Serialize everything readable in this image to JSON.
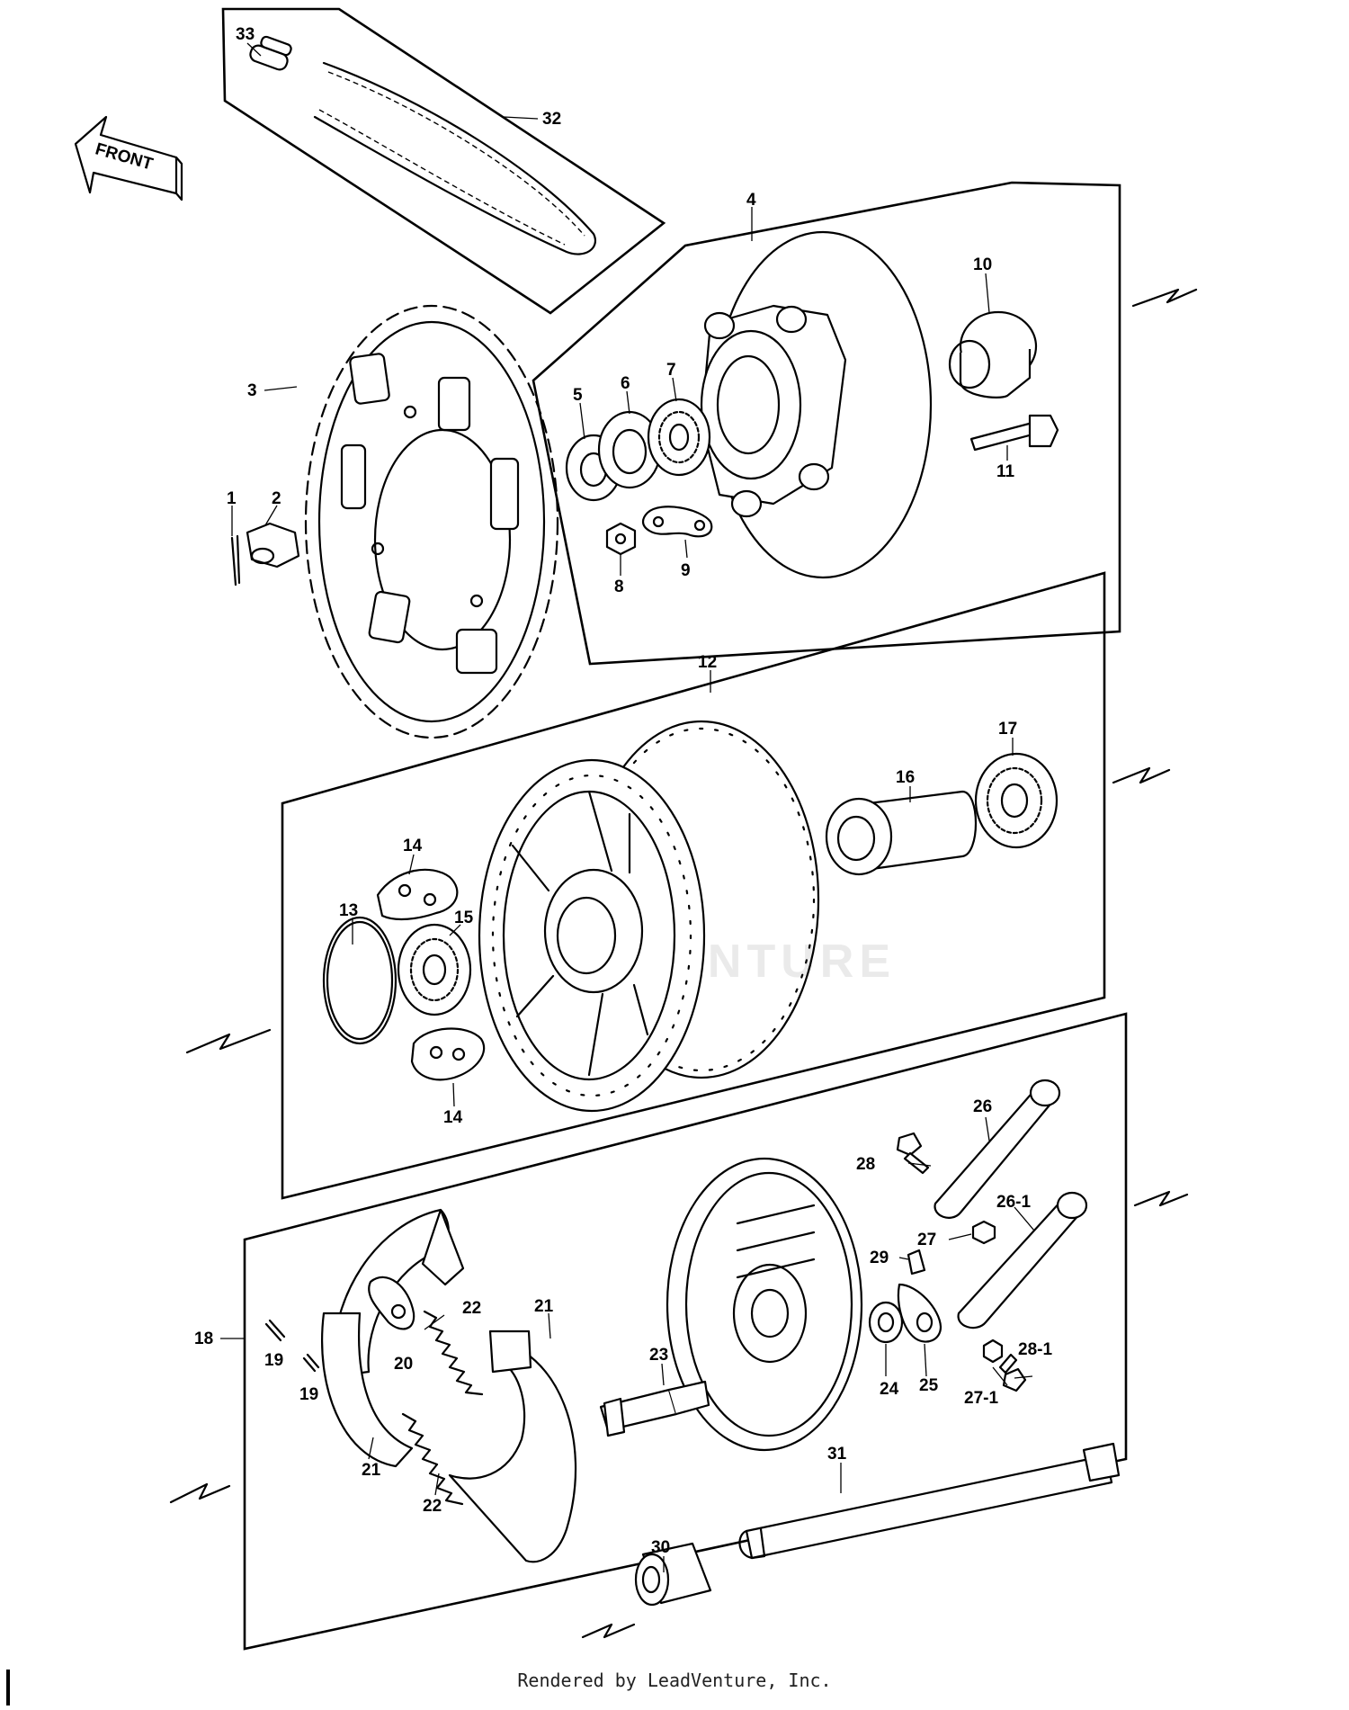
{
  "diagram": {
    "front_arrow_text": "FRONT",
    "watermark": "LEADVENTURE",
    "footer": "Rendered by LeadVenture, Inc.",
    "part_labels": [
      {
        "id": "p1",
        "text": "1"
      },
      {
        "id": "p2",
        "text": "2"
      },
      {
        "id": "p3",
        "text": "3"
      },
      {
        "id": "p4",
        "text": "4"
      },
      {
        "id": "p5",
        "text": "5"
      },
      {
        "id": "p6",
        "text": "6"
      },
      {
        "id": "p7",
        "text": "7"
      },
      {
        "id": "p8",
        "text": "8"
      },
      {
        "id": "p9",
        "text": "9"
      },
      {
        "id": "p10",
        "text": "10"
      },
      {
        "id": "p11",
        "text": "11"
      },
      {
        "id": "p12",
        "text": "12"
      },
      {
        "id": "p13",
        "text": "13"
      },
      {
        "id": "p14a",
        "text": "14"
      },
      {
        "id": "p14b",
        "text": "14"
      },
      {
        "id": "p15",
        "text": "15"
      },
      {
        "id": "p16",
        "text": "16"
      },
      {
        "id": "p17",
        "text": "17"
      },
      {
        "id": "p18",
        "text": "18"
      },
      {
        "id": "p19a",
        "text": "19"
      },
      {
        "id": "p19b",
        "text": "19"
      },
      {
        "id": "p20",
        "text": "20"
      },
      {
        "id": "p21a",
        "text": "21"
      },
      {
        "id": "p21b",
        "text": "21"
      },
      {
        "id": "p22a",
        "text": "22"
      },
      {
        "id": "p22b",
        "text": "22"
      },
      {
        "id": "p23",
        "text": "23"
      },
      {
        "id": "p24",
        "text": "24"
      },
      {
        "id": "p25",
        "text": "25"
      },
      {
        "id": "p26",
        "text": "26"
      },
      {
        "id": "p26_1",
        "text": "26-1"
      },
      {
        "id": "p27",
        "text": "27"
      },
      {
        "id": "p27_1",
        "text": "27-1"
      },
      {
        "id": "p28",
        "text": "28"
      },
      {
        "id": "p28_1",
        "text": "28-1"
      },
      {
        "id": "p29",
        "text": "29"
      },
      {
        "id": "p30",
        "text": "30"
      },
      {
        "id": "p31",
        "text": "31"
      },
      {
        "id": "p32",
        "text": "32"
      },
      {
        "id": "p33",
        "text": "33"
      }
    ]
  }
}
